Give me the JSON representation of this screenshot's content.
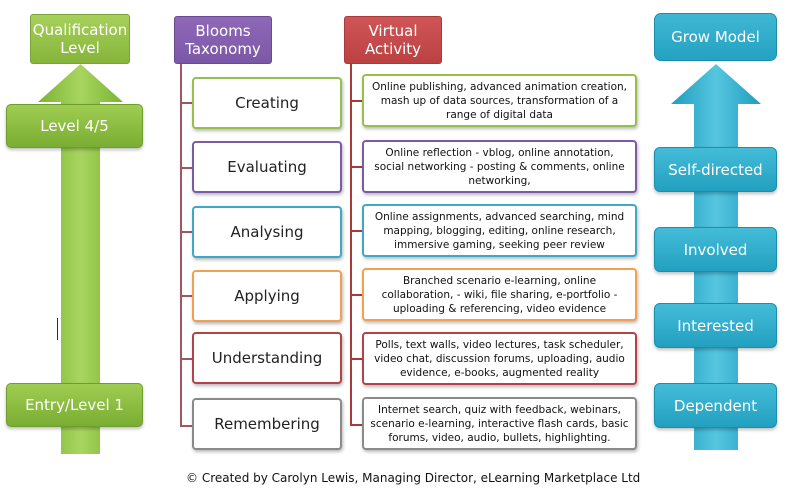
{
  "headers": {
    "qualification": "Qualification Level",
    "blooms": "Blooms Taxonomy",
    "virtual": "Virtual Activity",
    "grow": "Grow Model"
  },
  "levels": {
    "top": "Level 4/5",
    "bottom": "Entry/Level 1"
  },
  "blooms": [
    {
      "label": "Creating",
      "color": "#97bf4e"
    },
    {
      "label": "Evaluating",
      "color": "#7a5ba6"
    },
    {
      "label": "Analysing",
      "color": "#3da8c7"
    },
    {
      "label": "Applying",
      "color": "#f0a050"
    },
    {
      "label": "Understanding",
      "color": "#b2434a"
    },
    {
      "label": "Remembering",
      "color": "#8a8a8a"
    }
  ],
  "activities": [
    {
      "text": "Online publishing, advanced animation creation, mash up of data sources, transformation of a range of digital data"
    },
    {
      "text": "Online reflection - vblog, online annotation, social networking - posting & comments, online networking,"
    },
    {
      "text": "Online assignments, advanced searching, mind mapping, blogging, editing, online research, immersive gaming, seeking peer review"
    },
    {
      "text": "Branched scenario e-learning, online collaboration, - wiki,  file sharing,  e-portfolio - uploading & referencing, video evidence"
    },
    {
      "text": "Polls, text walls, video lectures,  task scheduler, video chat, discussion forums, uploading, audio evidence, e-books, augmented reality"
    },
    {
      "text": "Internet search, quiz with feedback, webinars, scenario e-learning, interactive flash cards, basic forums, video, audio, bullets, highlighting."
    }
  ],
  "grow": [
    "Self-directed",
    "Involved",
    "Interested",
    "Dependent"
  ],
  "footer": "© Created by Carolyn Lewis, Managing Director, eLearning Marketplace Ltd",
  "colors": {
    "green": "#8cc240",
    "purple": "#7b58a6",
    "red": "#bc4142",
    "teal": "#2aa7c8"
  }
}
